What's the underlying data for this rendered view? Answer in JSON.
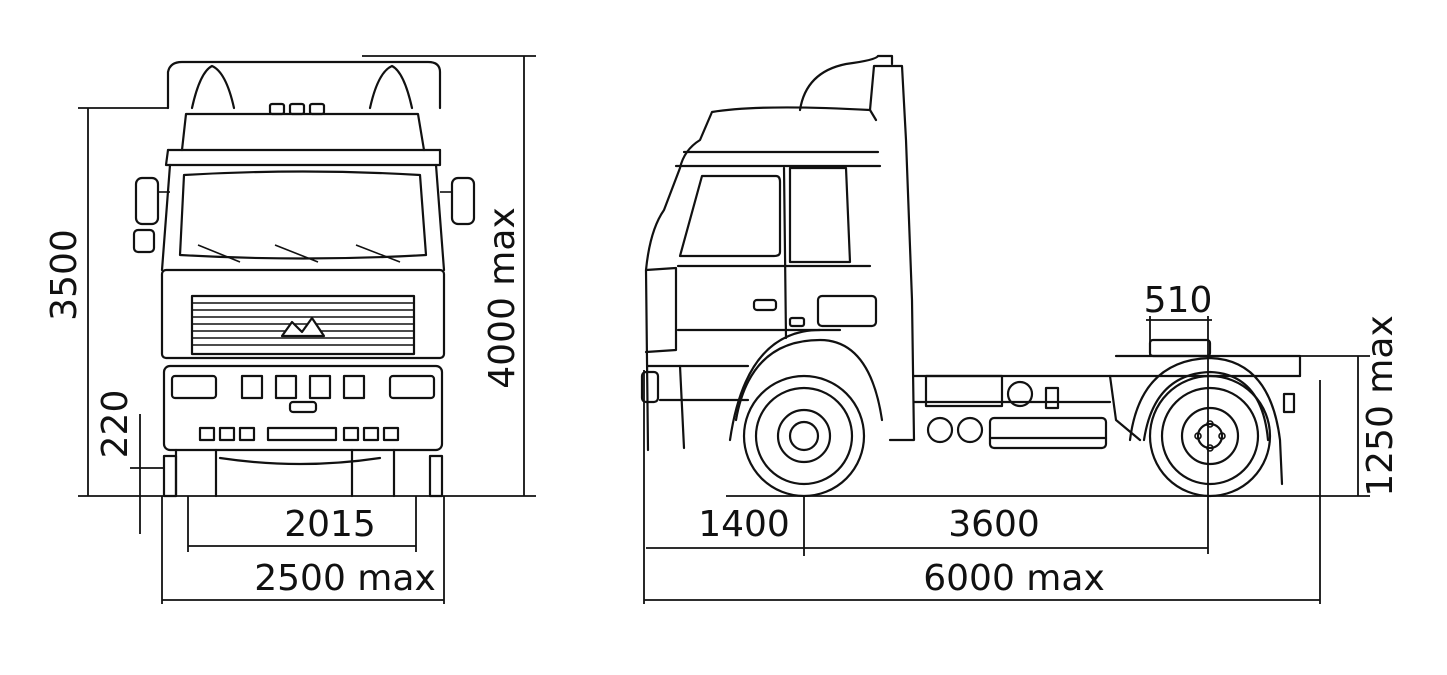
{
  "dimensions": {
    "front_height": "3500",
    "front_max_height": "4000 max",
    "ground_clearance": "220",
    "track_width": "2015",
    "overall_width": "2500 max",
    "fifth_wheel_offset": "510",
    "coupling_height": "1250 max",
    "front_overhang": "1400",
    "wheelbase": "3600",
    "overall_length": "6000 max"
  }
}
